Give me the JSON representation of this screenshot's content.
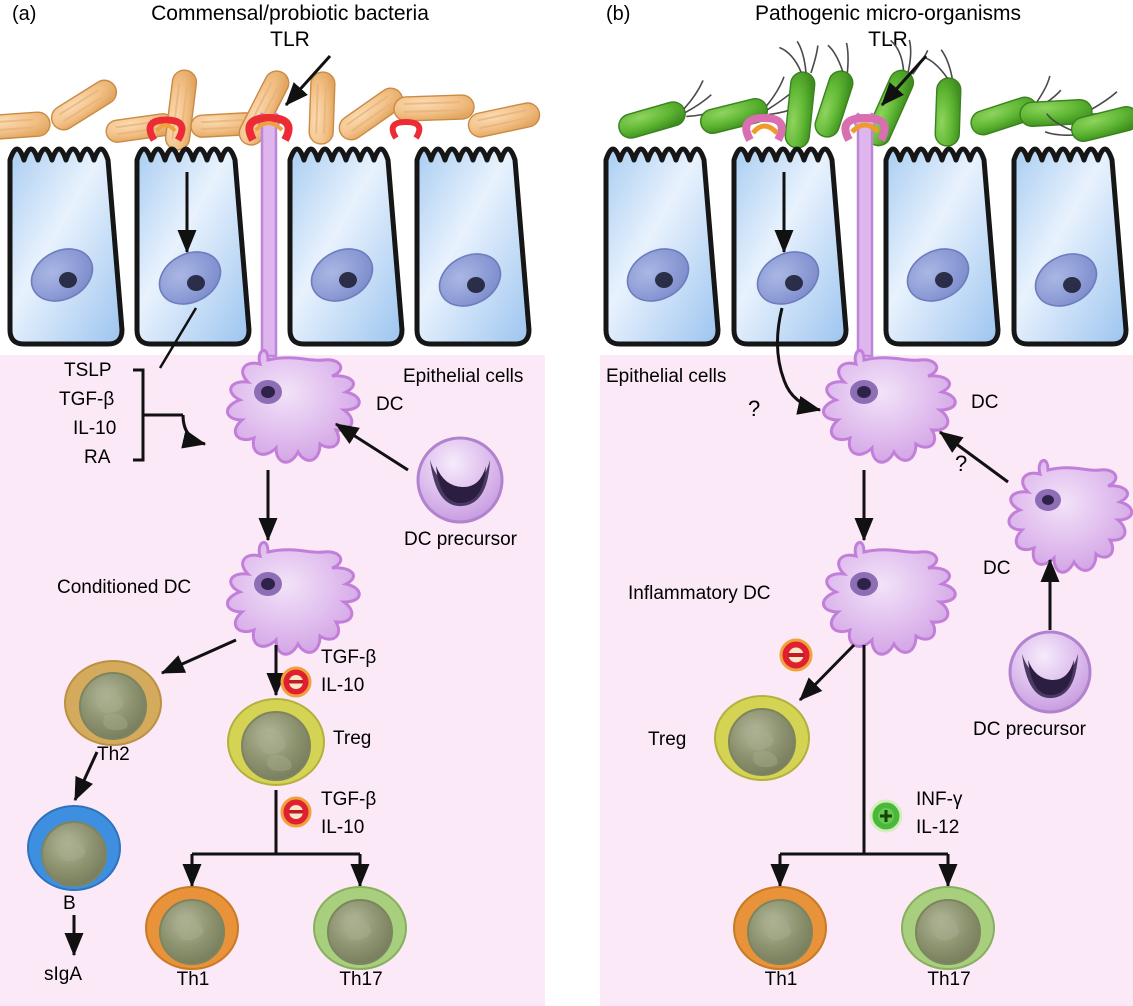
{
  "figure": {
    "panels": [
      {
        "id": "(a)",
        "title": "Commensal/probiotic bacteria",
        "tlr_label": "TLR",
        "bacteria_color": "#f3c38c",
        "bacteria_type": "rods-no-flagella",
        "epithelium_label": "Epithelial cells",
        "dc_label": "DC",
        "dc_precursor_label": "DC precursor",
        "conditioning_factors": [
          "TSLP",
          "TGF-β",
          "IL-10",
          "RA"
        ],
        "conditioned_dc_label": "Conditioned DC",
        "dc_output_cytokines": [
          "TGF-β",
          "IL-10"
        ],
        "treg_label": "Treg",
        "treg_output_cytokines": [
          "TGF-β",
          "IL-10"
        ],
        "treg_sign": "−",
        "th2_label": "Th2",
        "b_label": "B",
        "siga_label": "sIgA",
        "th1_label": "Th1",
        "th17_label": "Th17"
      },
      {
        "id": "(b)",
        "title": "Pathogenic micro-organisms",
        "tlr_label": "TLR",
        "bacteria_color": "#5cb532",
        "bacteria_type": "rods-with-flagella",
        "epithelium_label": "Epithelial cells",
        "dc_label": "DC",
        "dc_label_2": "DC",
        "dc_precursor_label": "DC precursor",
        "question_mark_epithelium": "?",
        "question_mark_dc": "?",
        "inflammatory_dc_label": "Inflammatory DC",
        "treg_label": "Treg",
        "treg_sign": "−",
        "effector_cytokines": [
          "INF-γ",
          "IL-12"
        ],
        "effector_sign": "+",
        "th1_label": "Th1",
        "th17_label": "Th17"
      }
    ]
  },
  "colors": {
    "lamina_propria": "#fbe9f7",
    "epithelial_cell": "#bcd9f5",
    "epithelial_outline": "#1a1a1a",
    "nucleus": "#8e9ed8",
    "dendritic_cell": "#d9a9e0",
    "dc_fill": "#e3c4ec",
    "tlr_commensal": "#e8312f",
    "tlr_pathogen": "#e8952f",
    "th2_cell": "#d3ae60",
    "b_cell": "#3f8fe0",
    "treg_cell": "#d4d24f",
    "th1_cell": "#e8933a",
    "th17_cell": "#a8cf7e",
    "t_cell_nucleus": "#8d9470",
    "inhibit_badge": "#e02030",
    "activate_badge": "#49b83c"
  }
}
